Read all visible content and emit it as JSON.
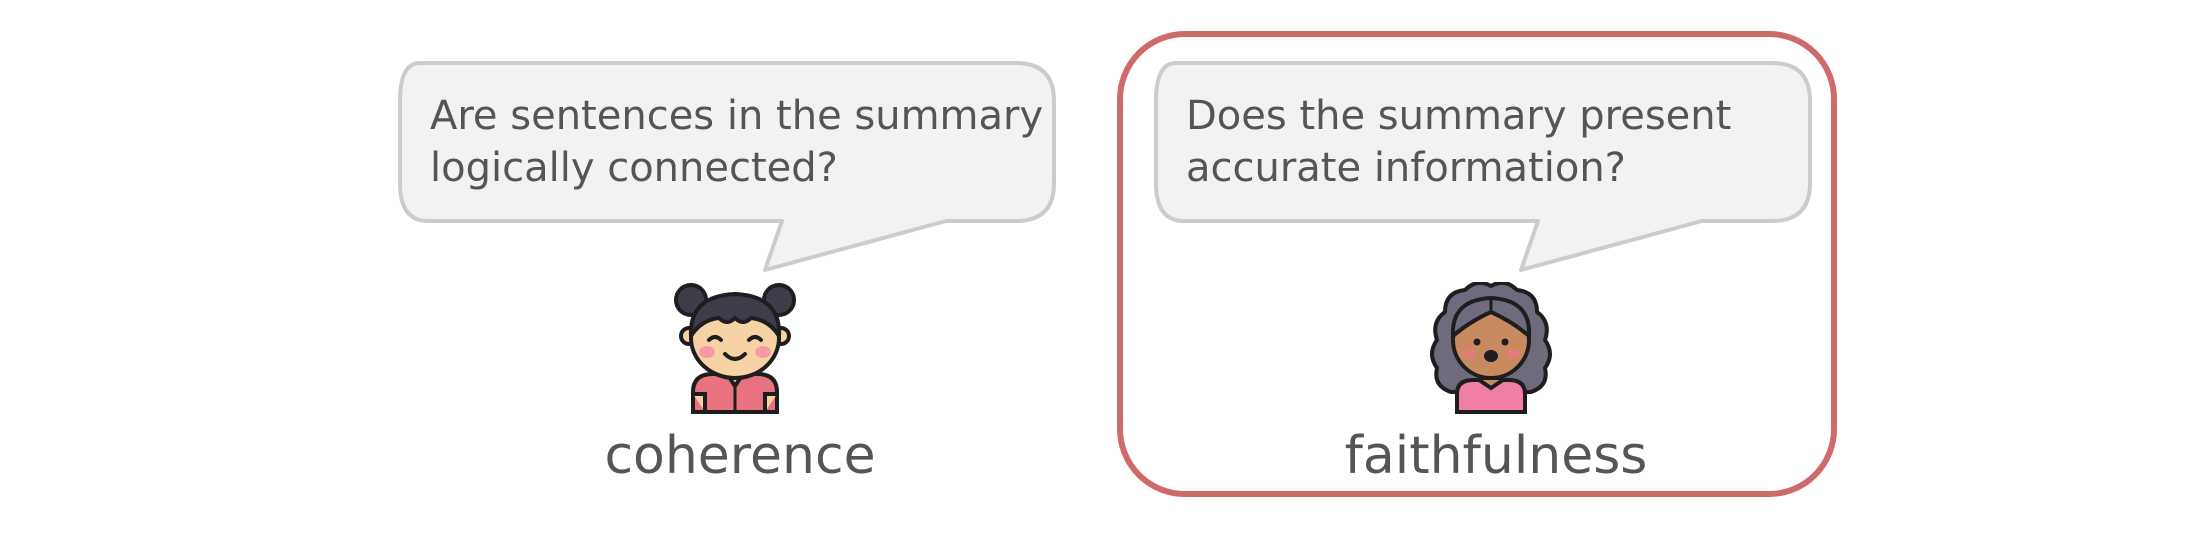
{
  "panels": [
    {
      "id": "coherence",
      "question": "Are sentences in the summary\nlogically connected?",
      "label": "coherence",
      "highlighted": false,
      "avatar_icon": "girl-with-buns-icon"
    },
    {
      "id": "faithfulness",
      "question": "Does the summary present\naccurate information?",
      "label": "faithfulness",
      "highlighted": true,
      "avatar_icon": "girl-with-curly-hair-icon"
    }
  ],
  "colors": {
    "bubble_fill": "#f2f2f2",
    "bubble_stroke": "#cccccc",
    "highlight": "#cf6a6a",
    "text": "#555555"
  }
}
